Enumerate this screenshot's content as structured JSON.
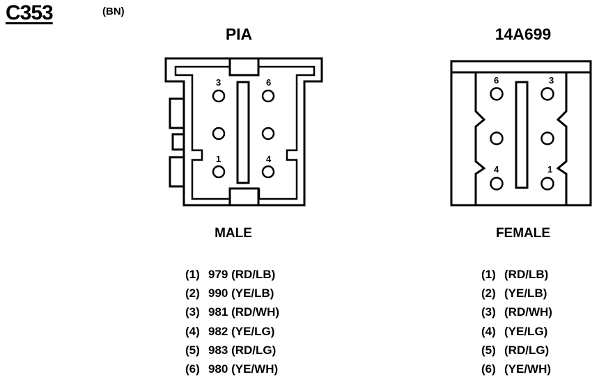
{
  "connector": {
    "id": "C353",
    "color_code": "(BN)"
  },
  "male": {
    "name": "PIA",
    "gender_label": "MALE",
    "pin_numbers": {
      "top_left": "3",
      "top_right": "6",
      "bottom_left": "1",
      "bottom_right": "4"
    },
    "pins": [
      {
        "num": "(1)",
        "desc": "979 (RD/LB)"
      },
      {
        "num": "(2)",
        "desc": "990 (YE/LB)"
      },
      {
        "num": "(3)",
        "desc": "981 (RD/WH)"
      },
      {
        "num": "(4)",
        "desc": "982 (YE/LG)"
      },
      {
        "num": "(5)",
        "desc": "983 (RD/LG)"
      },
      {
        "num": "(6)",
        "desc": "980 (YE/WH)"
      }
    ]
  },
  "female": {
    "name": "14A699",
    "gender_label": "FEMALE",
    "pin_numbers": {
      "top_left": "6",
      "top_right": "3",
      "bottom_left": "4",
      "bottom_right": "1"
    },
    "pins": [
      {
        "num": "(1)",
        "desc": "(RD/LB)"
      },
      {
        "num": "(2)",
        "desc": "(YE/LB)"
      },
      {
        "num": "(3)",
        "desc": "(RD/WH)"
      },
      {
        "num": "(4)",
        "desc": "(YE/LG)"
      },
      {
        "num": "(5)",
        "desc": "(RD/LG)"
      },
      {
        "num": "(6)",
        "desc": "(YE/WH)"
      }
    ]
  }
}
